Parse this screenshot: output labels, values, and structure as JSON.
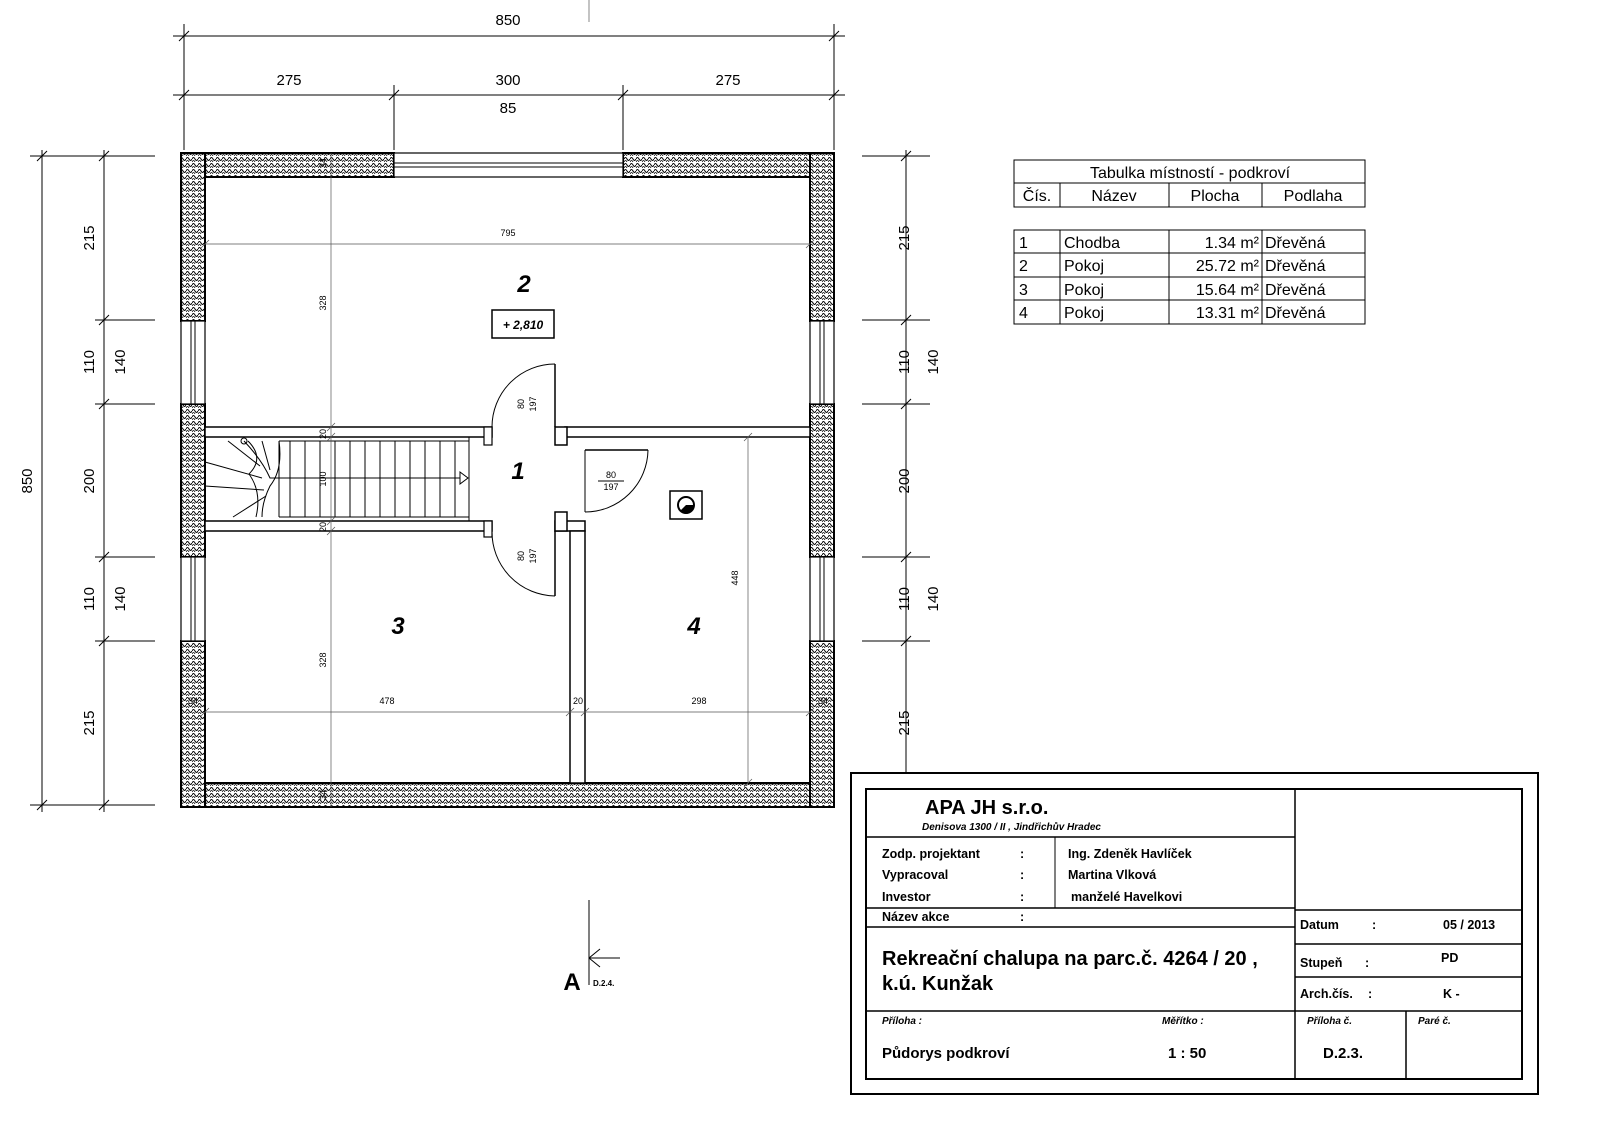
{
  "dimensions": {
    "top_overall": "850",
    "top_segments": [
      "275",
      "300",
      "275"
    ],
    "top_window": "85",
    "left_overall": "850",
    "side_segments": [
      "215",
      "110",
      "200",
      "110",
      "215"
    ],
    "side_openings": [
      "140",
      "140"
    ],
    "right_segments": [
      "215",
      "110",
      "200",
      "110",
      "215"
    ],
    "right_openings": [
      "140",
      "140"
    ],
    "interior": {
      "room2_width": "795",
      "room2_depth": "328",
      "room3_width": "478",
      "room3_depth": "328",
      "room4_width": "298",
      "room4_depth": "448",
      "stair_width": "100",
      "partition_a": "20",
      "partition_b": "20",
      "partition_c": "20",
      "wall_tl": "34",
      "wall_bl": "34",
      "wall_br": "34",
      "wall_bottom": "34"
    },
    "doors": [
      {
        "width": "80",
        "height": "197"
      },
      {
        "width": "80",
        "height": "197"
      },
      {
        "width": "80",
        "height": "197"
      }
    ]
  },
  "rooms": [
    {
      "number": "1"
    },
    {
      "number": "2"
    },
    {
      "number": "3"
    },
    {
      "number": "4"
    }
  ],
  "level_marker": "+ 2,810",
  "room_table": {
    "title": "Tabulka místností - podkroví",
    "headers": [
      "Čís.",
      "Název",
      "Plocha",
      "Podlaha"
    ],
    "rows": [
      {
        "num": "1",
        "name": "Chodba",
        "area": "1.34 m²",
        "floor": "Dřevěná"
      },
      {
        "num": "2",
        "name": "Pokoj",
        "area": "25.72 m²",
        "floor": "Dřevěná"
      },
      {
        "num": "3",
        "name": "Pokoj",
        "area": "15.64 m²",
        "floor": "Dřevěná"
      },
      {
        "num": "4",
        "name": "Pokoj",
        "area": "13.31 m²",
        "floor": "Dřevěná"
      }
    ]
  },
  "section_mark": {
    "letter": "A",
    "ref": "D.2.4."
  },
  "title_block": {
    "company": "APA  JH   s.r.o.",
    "address": "Denisova  1300 / II ,  Jindřichův  Hradec",
    "colon": ":",
    "labels": {
      "designer": "Zodp. projektant",
      "prepared": "Vypracoval",
      "investor": "Investor",
      "action": "Název    akce",
      "date": "Datum",
      "stage": "Stupeň",
      "arch": "Arch.čís.",
      "appendix": "Příloha   :",
      "scale": "Měřítko :",
      "appendix_no": "Příloha č.",
      "copy_no": "Paré č."
    },
    "values": {
      "designer": "Ing. Zdeněk Havlíček",
      "prepared": "Martina Vlková",
      "investor": "manželé Havelkovi",
      "project_line1": "Rekreační chalupa na parc.č. 4264 / 20 ,",
      "project_line2": "k.ú. Kunžak",
      "date": "05 / 2013",
      "stage": "PD",
      "arch": "K -",
      "appendix": "Půdorys podkroví",
      "scale": "1 : 50",
      "appendix_no": "D.2.3."
    }
  }
}
